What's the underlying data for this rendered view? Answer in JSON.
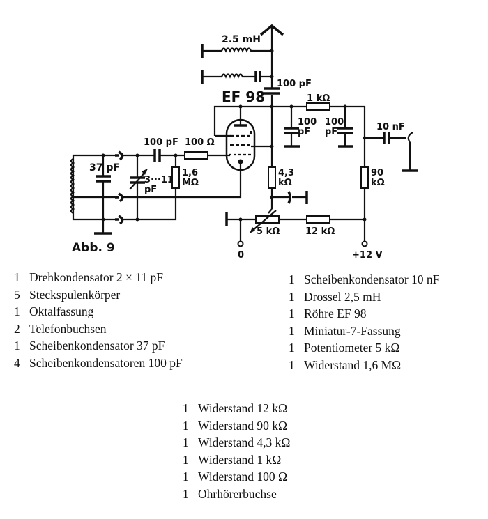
{
  "figure": {
    "caption": "Abb. 9",
    "labels": {
      "inductor_top": "2.5 mH",
      "cap_antenna": "100 pF",
      "tube": "EF 98",
      "res_plate": "1 kΩ",
      "cap_plate1_a": "100",
      "cap_plate1_b": "pF",
      "cap_plate2_a": "100",
      "cap_plate2_b": "pF",
      "cap_out": "10 nF",
      "cap_grid": "100 pF",
      "res_grid": "100 Ω",
      "cap_tank": "37 pF",
      "trimmer_a": "3···11",
      "trimmer_b": "pF",
      "res_leak_a": "1,6",
      "res_leak_b": "MΩ",
      "res_cathode_a": "4,3",
      "res_cathode_b": "kΩ",
      "res_load_a": "90",
      "res_load_b": "kΩ",
      "pot": "5 kΩ",
      "res_series": "12 kΩ",
      "terminal_ground": "0",
      "terminal_supply": "+12 V"
    }
  },
  "parts_left": [
    {
      "qty": "1",
      "item": "Drehkondensator 2 × 11 pF"
    },
    {
      "qty": "5",
      "item": "Steckspulenkörper"
    },
    {
      "qty": "1",
      "item": "Oktalfassung"
    },
    {
      "qty": "2",
      "item": "Telefonbuchsen"
    },
    {
      "qty": "1",
      "item": "Scheibenkondensator 37 pF"
    },
    {
      "qty": "4",
      "item": "Scheibenkondensatoren 100 pF"
    }
  ],
  "parts_right": [
    {
      "qty": "1",
      "item": "Scheibenkondensator 10 nF"
    },
    {
      "qty": "1",
      "item": "Drossel 2,5 mH"
    },
    {
      "qty": "1",
      "item": "Röhre EF 98"
    },
    {
      "qty": "1",
      "item": "Miniatur-7-Fassung"
    },
    {
      "qty": "1",
      "item": "Potentiometer 5 kΩ"
    },
    {
      "qty": "1",
      "item": "Widerstand 1,6 MΩ"
    }
  ],
  "parts_bottom": [
    {
      "qty": "1",
      "item": "Widerstand 12 kΩ"
    },
    {
      "qty": "1",
      "item": "Widerstand 90 kΩ"
    },
    {
      "qty": "1",
      "item": "Widerstand 4,3 kΩ"
    },
    {
      "qty": "1",
      "item": "Widerstand 1 kΩ"
    },
    {
      "qty": "1",
      "item": "Widerstand 100 Ω"
    },
    {
      "qty": "1",
      "item": "Ohrhörerbuchse"
    }
  ]
}
